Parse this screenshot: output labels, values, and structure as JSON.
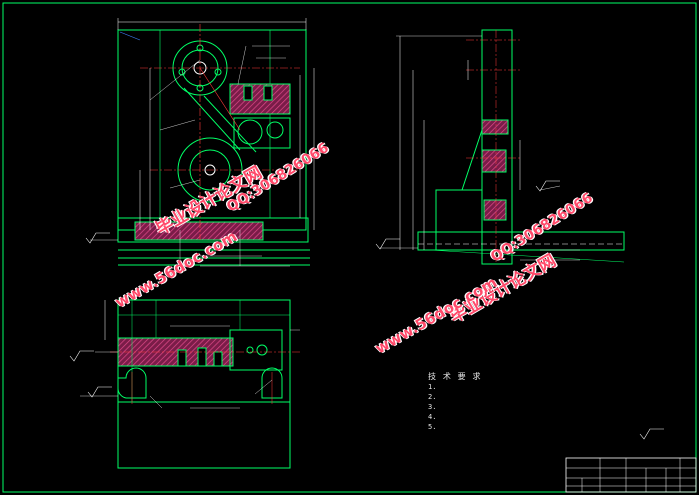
{
  "watermarks": {
    "wm1_cn": "毕业设计论文网",
    "wm1_url": "www.56doc.com",
    "wm1_qq": "QQ:306826066",
    "wm2_cn": "毕业设计论文网",
    "wm2_url": "www.56doc.com",
    "wm2_qq": "QQ:306826066"
  },
  "technical_requirements": {
    "title": "技 术 要 求",
    "items": [
      "1.",
      "2.",
      "3.",
      "4.",
      "5."
    ]
  },
  "colors": {
    "background": "#000000",
    "outline": "#00ff66",
    "section_hatch": "#c0306a",
    "dimension": "#ffffff",
    "center_line": "#ff3a3a",
    "blue_line": "#4080ff",
    "watermark": "#ff4a6a"
  }
}
